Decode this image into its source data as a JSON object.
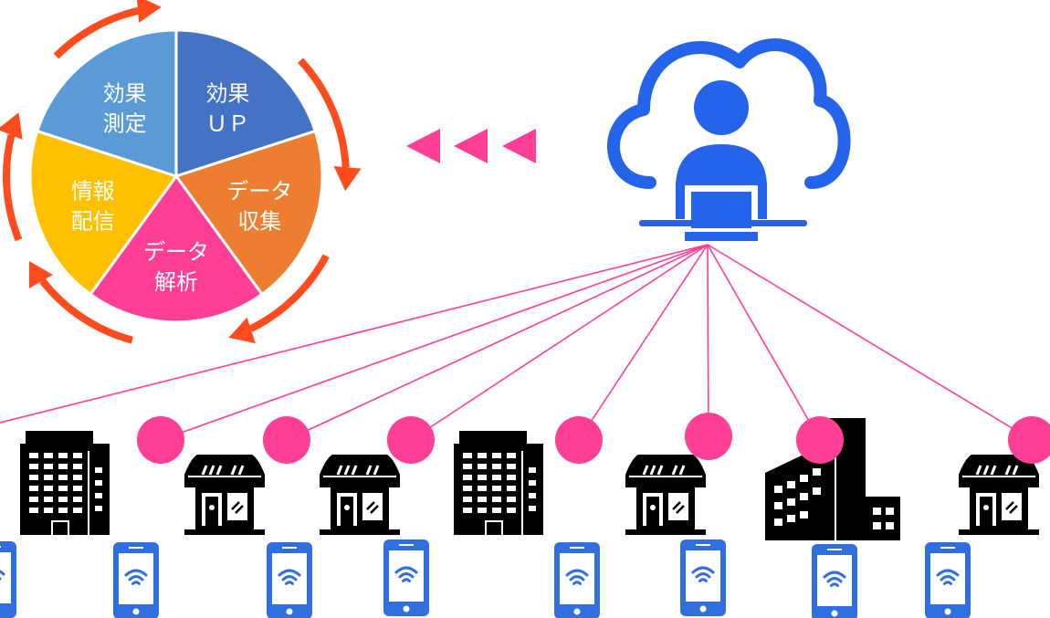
{
  "cycle": {
    "segments": [
      {
        "line1": "効果",
        "line2": "ＵＰ",
        "color": "#4472C4"
      },
      {
        "line1": "データ",
        "line2": "収集",
        "color": "#ED7D31"
      },
      {
        "line1": "データ",
        "line2": "解析",
        "color": "#FF3E96"
      },
      {
        "line1": "情報",
        "line2": "配信",
        "color": "#FFC000"
      },
      {
        "line1": "効果",
        "line2": "測定",
        "color": "#5B9BD5"
      }
    ],
    "arrow_color": "#FF4C1E"
  },
  "cloud": {
    "color": "#2563EB"
  },
  "network": {
    "line_color": "#FF3E96",
    "node_color": "#FF3E96"
  },
  "phone": {
    "color": "#2F6FE0"
  },
  "icons": [
    "cloud-icon",
    "user-icon",
    "laptop-icon",
    "office-building-icon",
    "shop-icon",
    "corporate-building-icon",
    "smartphone-icon",
    "wifi-icon"
  ]
}
